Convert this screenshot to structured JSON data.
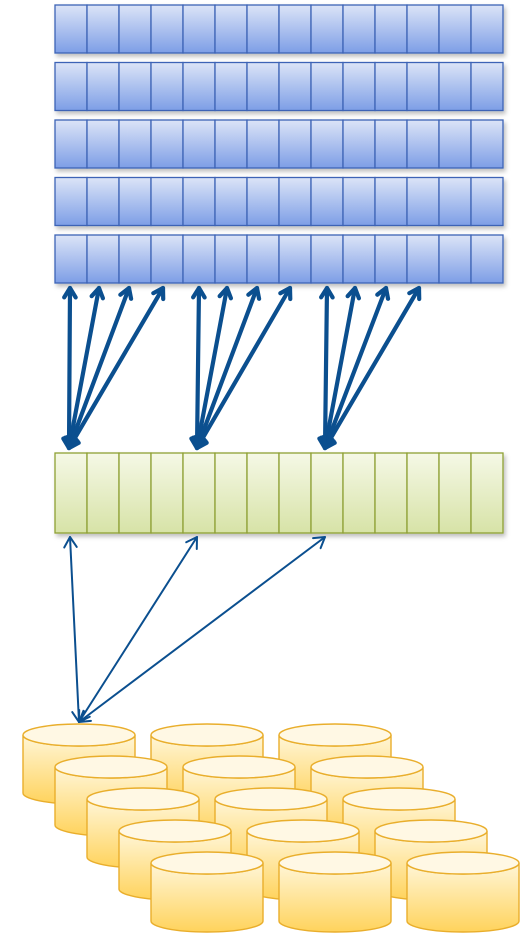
{
  "diagram": {
    "type": "architecture-diagram",
    "top_layer": {
      "rows": 5,
      "cells_per_row": 14,
      "color_top": "#dce4f7",
      "color_bottom": "#7d9ee6",
      "border_color": "#3d64b6"
    },
    "middle_layer": {
      "rows": 1,
      "cells_per_row": 14,
      "color_top": "#f5f8e6",
      "color_bottom": "#d7e3a7",
      "border_color": "#8ea034"
    },
    "bottom_layer": {
      "shape": "cylinder",
      "rows": 5,
      "cylinders_per_row": 3,
      "color_top": "#fff6d8",
      "color_bottom": "#ffd35c",
      "border_color": "#e9ae2c"
    },
    "thick_arrow_groups": [
      {
        "source_cells": [
          0,
          1,
          2,
          3
        ],
        "target_cell": 0
      },
      {
        "source_cells": [
          4,
          5,
          6,
          7
        ],
        "target_cell": 4
      },
      {
        "source_cells": [
          8,
          9,
          10,
          11
        ],
        "target_cell": 8
      }
    ],
    "thin_arrows": [
      {
        "source_cell": 0,
        "target": "first-cylinder"
      },
      {
        "source_cell": 4,
        "target": "first-cylinder"
      },
      {
        "source_cell": 8,
        "target": "first-cylinder"
      }
    ],
    "arrow_color": "#0b4f8f",
    "arrow_style": "double-headed"
  }
}
